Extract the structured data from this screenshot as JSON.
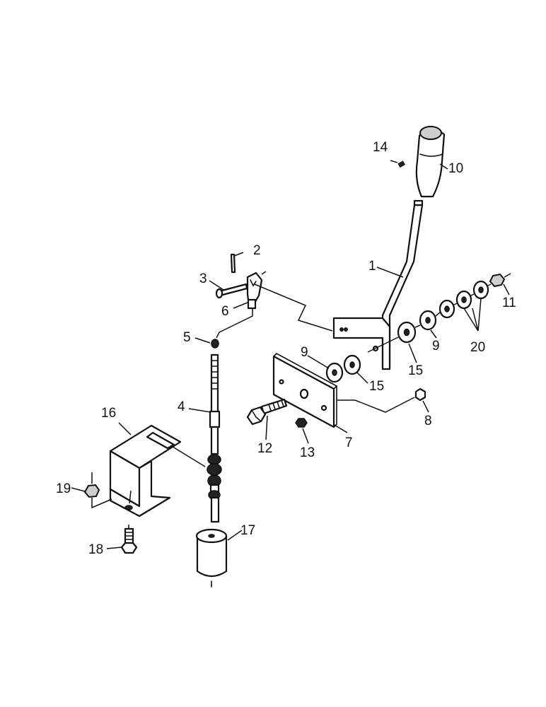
{
  "labels": {
    "p1": "1",
    "p2": "2",
    "p3": "3",
    "p4": "4",
    "p5": "5",
    "p6": "6",
    "p7": "7",
    "p8": "8",
    "p9a": "9",
    "p9b": "9",
    "p10": "10",
    "p11": "11",
    "p12": "12",
    "p13": "13",
    "p14": "14",
    "p15a": "15",
    "p15b": "15",
    "p16": "16",
    "p17": "17",
    "p18": "18",
    "p19": "19",
    "p20": "20"
  }
}
